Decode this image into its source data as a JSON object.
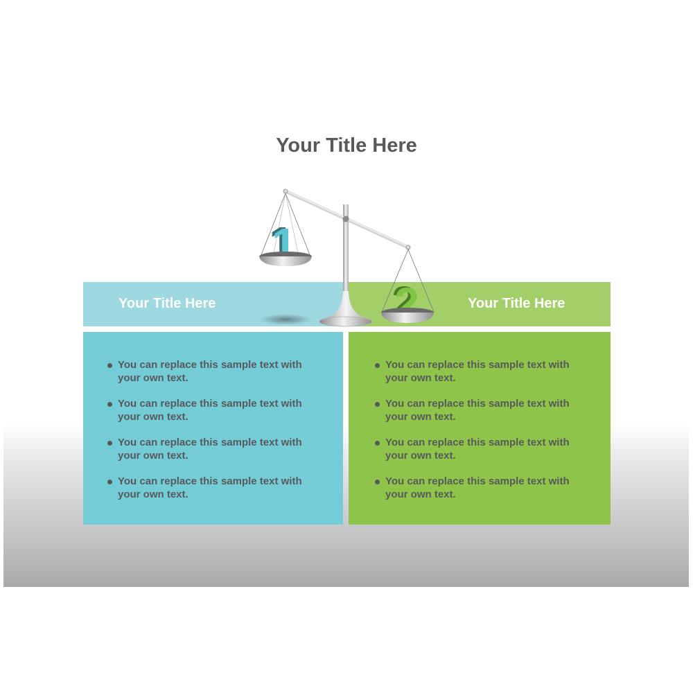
{
  "title": "Your Title Here",
  "left": {
    "number": "1",
    "header": "Your Title Here",
    "color_header": "#9ed8e0",
    "color_panel": "#74ccd6",
    "bullets": [
      "You can replace this sample text with your own text.",
      "You can replace this sample text with your own text.",
      "You can replace this sample text with your own text.",
      "You can replace this sample text with your own text."
    ]
  },
  "right": {
    "number": "2",
    "header": "Your Title Here",
    "color_header": "#a3cf68",
    "color_panel": "#8fc44a",
    "bullets": [
      "You can replace this sample text with your own text.",
      "You can replace this sample text with your own text.",
      "You can replace this sample text with your own text.",
      "You can replace this sample text with your own text."
    ]
  },
  "icons": {
    "scale": "balance-scale-icon"
  }
}
